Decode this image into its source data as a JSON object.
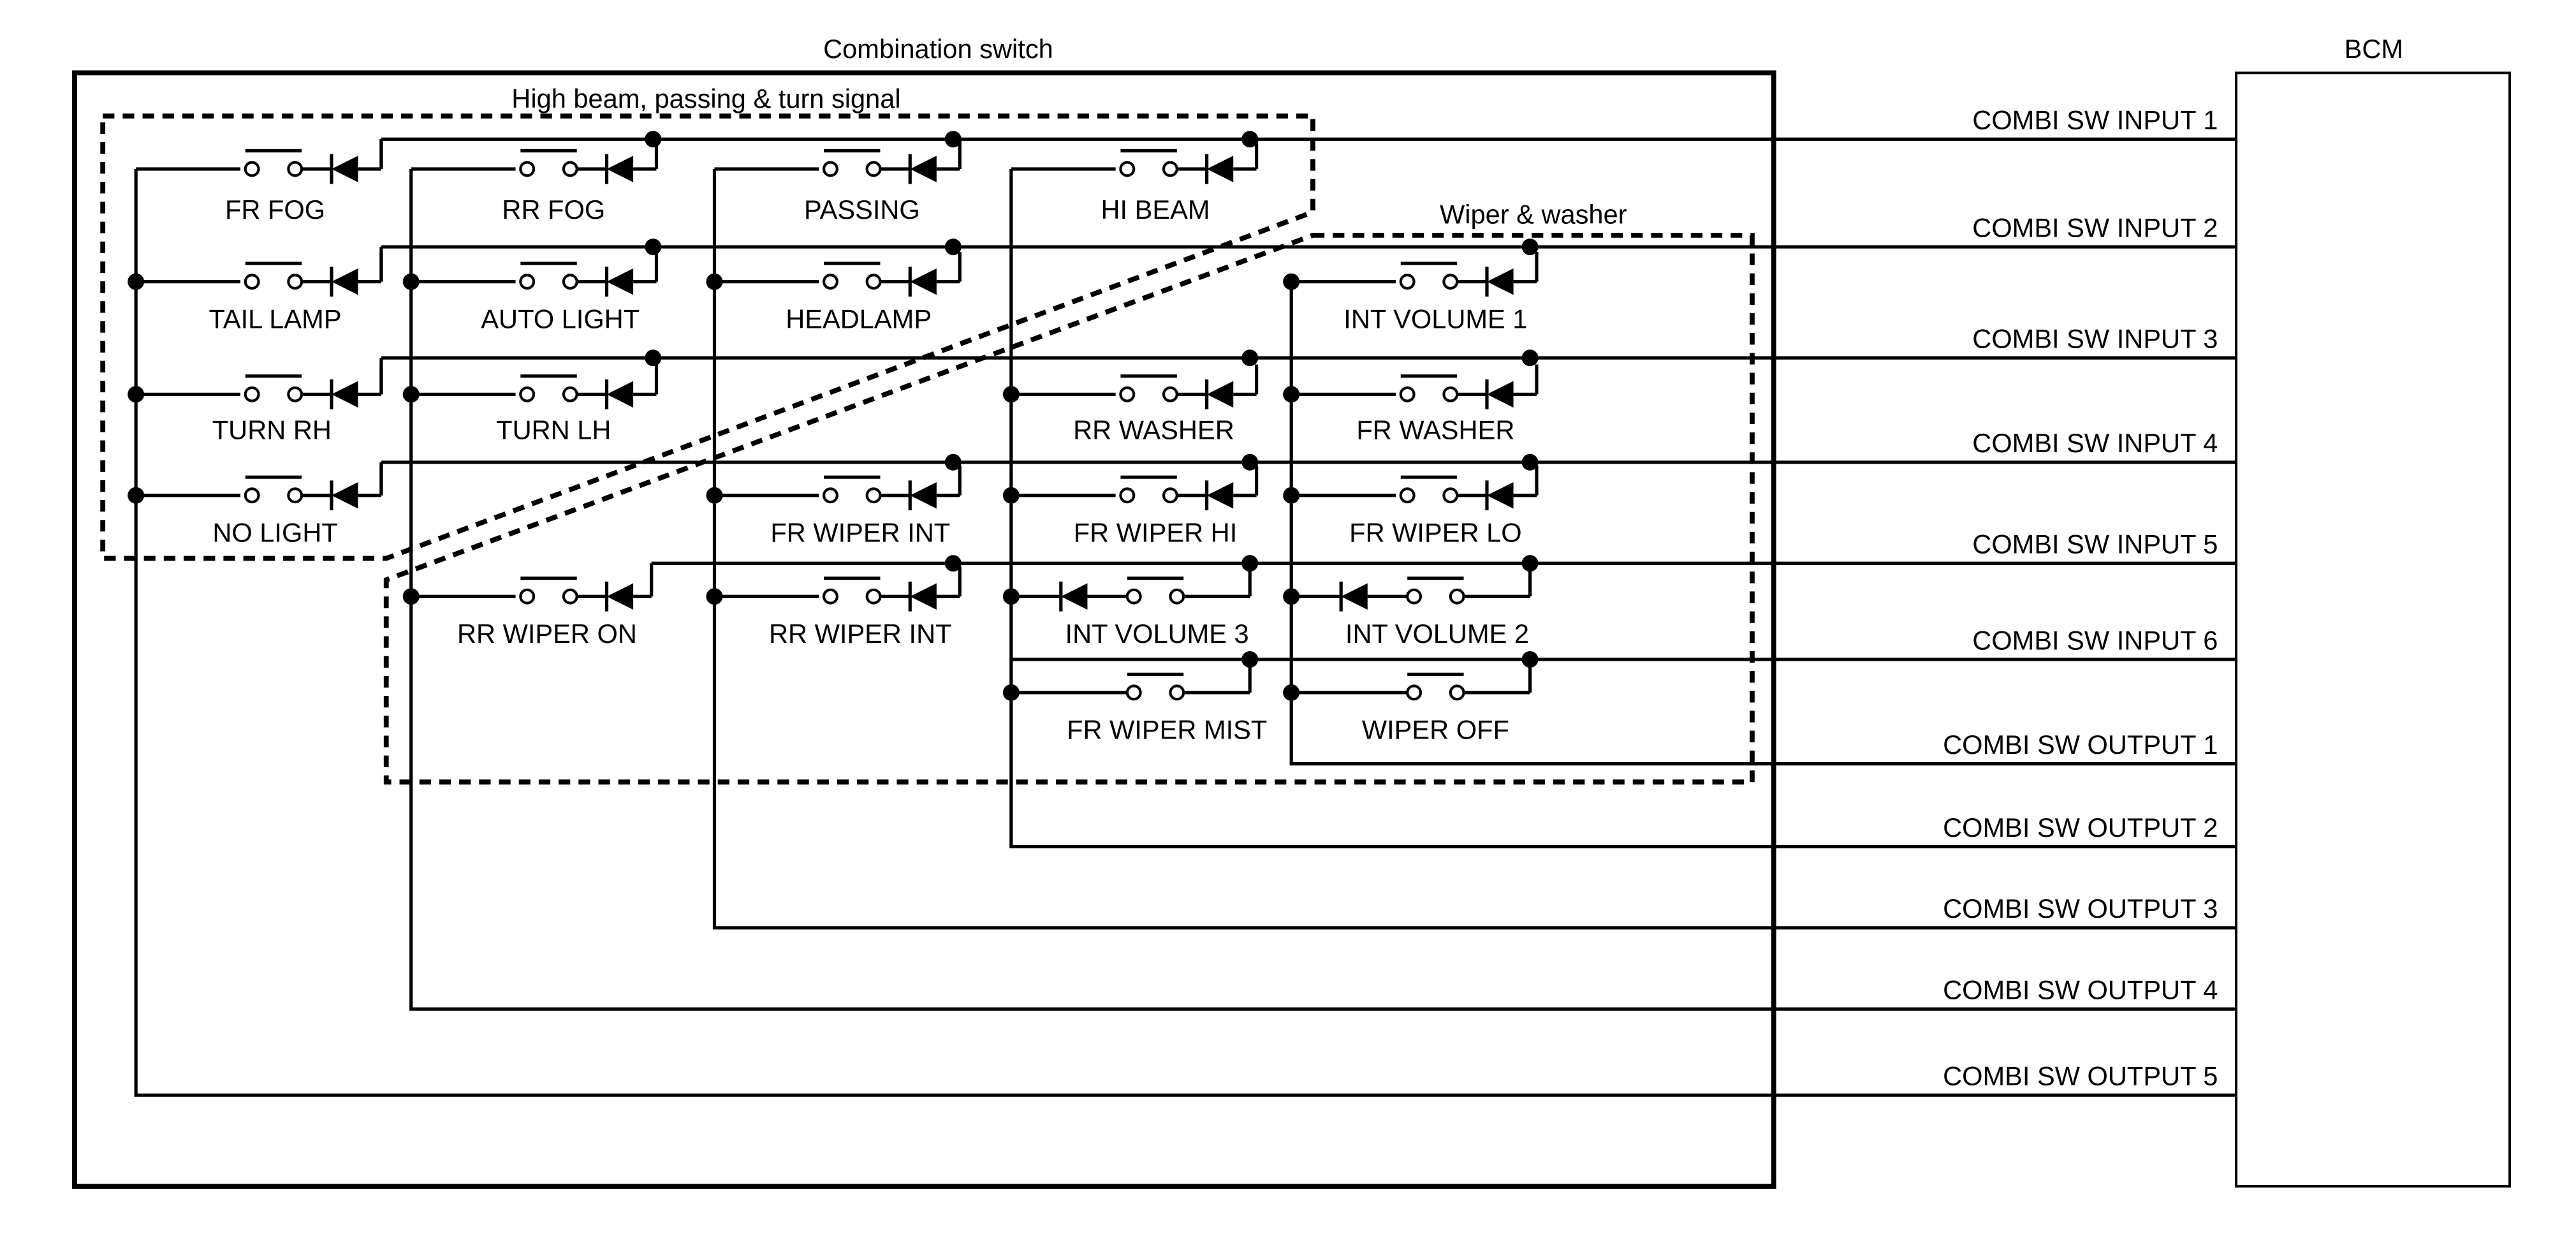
{
  "labels": {
    "combination_switch": "Combination switch",
    "bcm": "BCM",
    "high_beam_group": "High beam, passing & turn signal",
    "wiper_group": "Wiper & washer"
  },
  "bcm_lines": {
    "input1": "COMBI SW INPUT 1",
    "input2": "COMBI SW INPUT 2",
    "input3": "COMBI SW INPUT 3",
    "input4": "COMBI SW INPUT 4",
    "input5": "COMBI SW INPUT 5",
    "input6": "COMBI SW INPUT 6",
    "output1": "COMBI SW OUTPUT 1",
    "output2": "COMBI SW OUTPUT 2",
    "output3": "COMBI SW OUTPUT 3",
    "output4": "COMBI SW OUTPUT 4",
    "output5": "COMBI SW OUTPUT 5"
  },
  "switches": {
    "fr_fog": "FR FOG",
    "rr_fog": "RR FOG",
    "passing": "PASSING",
    "hi_beam": "HI BEAM",
    "tail_lamp": "TAIL LAMP",
    "auto_light": "AUTO LIGHT",
    "headlamp": "HEADLAMP",
    "int_volume_1": "INT VOLUME 1",
    "turn_rh": "TURN RH",
    "turn_lh": "TURN LH",
    "rr_washer": "RR WASHER",
    "fr_washer": "FR WASHER",
    "no_light": "NO LIGHT",
    "fr_wiper_int": "FR WIPER INT",
    "fr_wiper_hi": "FR WIPER HI",
    "fr_wiper_lo": "FR WIPER LO",
    "rr_wiper_on": "RR WIPER ON",
    "rr_wiper_int": "RR WIPER INT",
    "int_volume_3": "INT VOLUME 3",
    "int_volume_2": "INT VOLUME 2",
    "fr_wiper_mist": "FR WIPER MIST",
    "wiper_off": "WIPER OFF"
  }
}
